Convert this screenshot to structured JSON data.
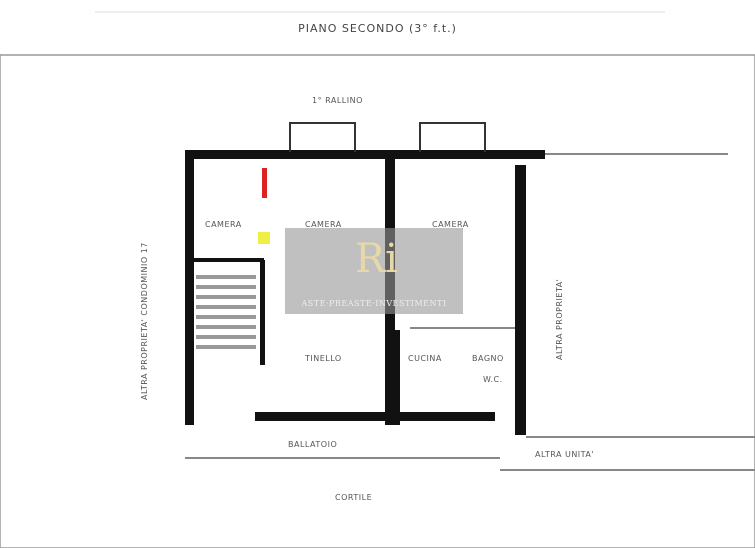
{
  "title": "PIANO SECONDO (3° f.t.)",
  "labels": {
    "top": "1° RALLINO",
    "room_left": "CAMERA",
    "room_mid": "CAMERA",
    "room_right": "CAMERA",
    "living": "TINELLO",
    "kitchen": "CUCINA",
    "bath": "BAGNO",
    "bath2": "W.C.",
    "balcony": "BALLATOIO",
    "courtyard": "CORTILE",
    "other_unit": "ALTRA UNITA'",
    "right_side": "ALTRA PROPRIETA'",
    "left_side": "ALTRA PROPRIETA' CONDOMINIO 17"
  },
  "watermark": {
    "logo": "Ri",
    "text": "ASTE·PREASTE·INVESTIMENTI"
  }
}
